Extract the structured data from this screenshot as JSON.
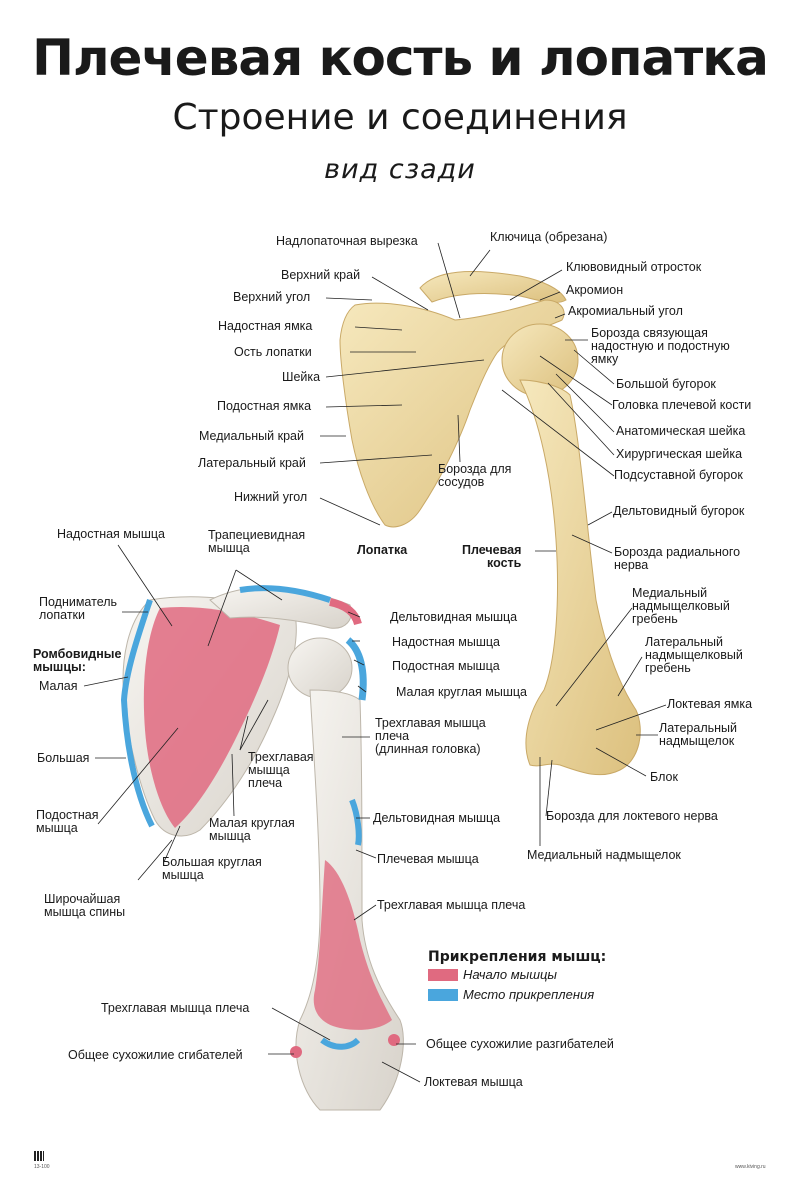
{
  "header": {
    "title": "Плечевая кость и лопатка",
    "subtitle": "Строение и соединения",
    "view": "вид сзади"
  },
  "top_labels": [
    "Надлопаточная вырезка",
    "Ключица (обрезана)",
    "Клювовидный отросток",
    "Верхний край",
    "Акромион",
    "Верхний угол",
    "Акромиальный угол",
    "Надостная ямка",
    "Борозда связующая\nнадостную и подостную\nямку",
    "Ость лопатки",
    "Шейка",
    "Большой бугорок",
    "Подостная ямка",
    "Головка плечевой кости",
    "Медиальный край",
    "Анатомическая шейка",
    "Хирургическая шейка",
    "Латеральный край",
    "Борозда для\nсосудов",
    "Подсуставной бугорок",
    "Нижний угол",
    "Дельтовидный бугорок",
    "Лопатка",
    "Плечевая\nкость",
    "Борозда радиального\nнерва",
    "Медиальный\nнадмыщелковый\nгребень",
    "Латеральный\nнадмыщелковый\nгребень",
    "Локтевая ямка",
    "Латеральный\nнадмыщелок",
    "Блок",
    "Борозда для локтевого нерва",
    "Медиальный надмыщелок"
  ],
  "bottom_labels": [
    "Надостная мышца",
    "Трапециевидная\nмышца",
    "Подниматель\nлопатки",
    "Дельтовидная мышца",
    "Надостная мышца",
    "Ромбовидные\nмышцы:",
    "Подостная мышца",
    "Малая",
    "Малая круглая мышца",
    "Трехглавая мышца\nплеча\n(длинная головка)",
    "Трехглавая\nмышца\nплеча",
    "Большая",
    "Подостная\nмышца",
    "Малая круглая\nмышца",
    "Дельтовидная мышца",
    "Большая круглая\nмышца",
    "Плечевая мышца",
    "Широчайшая\nмышца спины",
    "Трехглавая мышца плеча",
    "Трехглавая мышца плеча",
    "Общее сухожилие разгибателей",
    "Общее сухожилие сгибателей",
    "Локтевая мышца"
  ],
  "legend": {
    "title": "Прикрепления мышц:",
    "origin": "Начало мышцы",
    "insertion": "Место прикрепления",
    "origin_color": "#e06a80",
    "insertion_color": "#4aa6dd"
  },
  "footer": {
    "code": "13-100",
    "site": "www.kiving.ru"
  },
  "colors": {
    "bone": "#f1dfa8",
    "bone_shade": "#d9bd7a",
    "muscle_origin": "#e06a80",
    "muscle_insertion": "#4aa6dd",
    "grey_bone": "#ece9e4"
  }
}
